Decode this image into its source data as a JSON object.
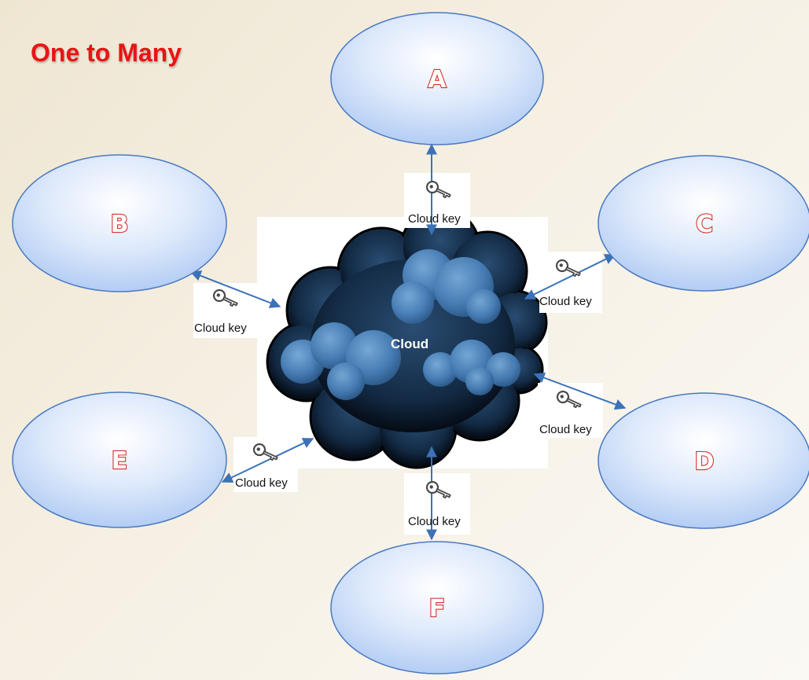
{
  "title": "One to Many",
  "cloud": {
    "label": "Cloud"
  },
  "nodes": [
    {
      "id": "A",
      "label": "A"
    },
    {
      "id": "B",
      "label": "B"
    },
    {
      "id": "C",
      "label": "C"
    },
    {
      "id": "D",
      "label": "D"
    },
    {
      "id": "E",
      "label": "E"
    },
    {
      "id": "F",
      "label": "F"
    }
  ],
  "connections": [
    {
      "node": "A",
      "label": "Cloud key",
      "icon": "key-icon"
    },
    {
      "node": "B",
      "label": "Cloud key",
      "icon": "key-icon"
    },
    {
      "node": "C",
      "label": "Cloud key",
      "icon": "key-icon"
    },
    {
      "node": "D",
      "label": "Cloud key",
      "icon": "key-icon"
    },
    {
      "node": "E",
      "label": "Cloud key",
      "icon": "key-icon"
    },
    {
      "node": "F",
      "label": "Cloud key",
      "icon": "key-icon"
    }
  ],
  "colors": {
    "title": "#e81414",
    "node_fill": "#c9dcf8",
    "node_stroke": "#4a79c0",
    "arrow": "#3b72b8",
    "letter_outline": "#d6332d",
    "cloud_dark": "#0b1624",
    "cloud_light": "#5d98cf"
  }
}
